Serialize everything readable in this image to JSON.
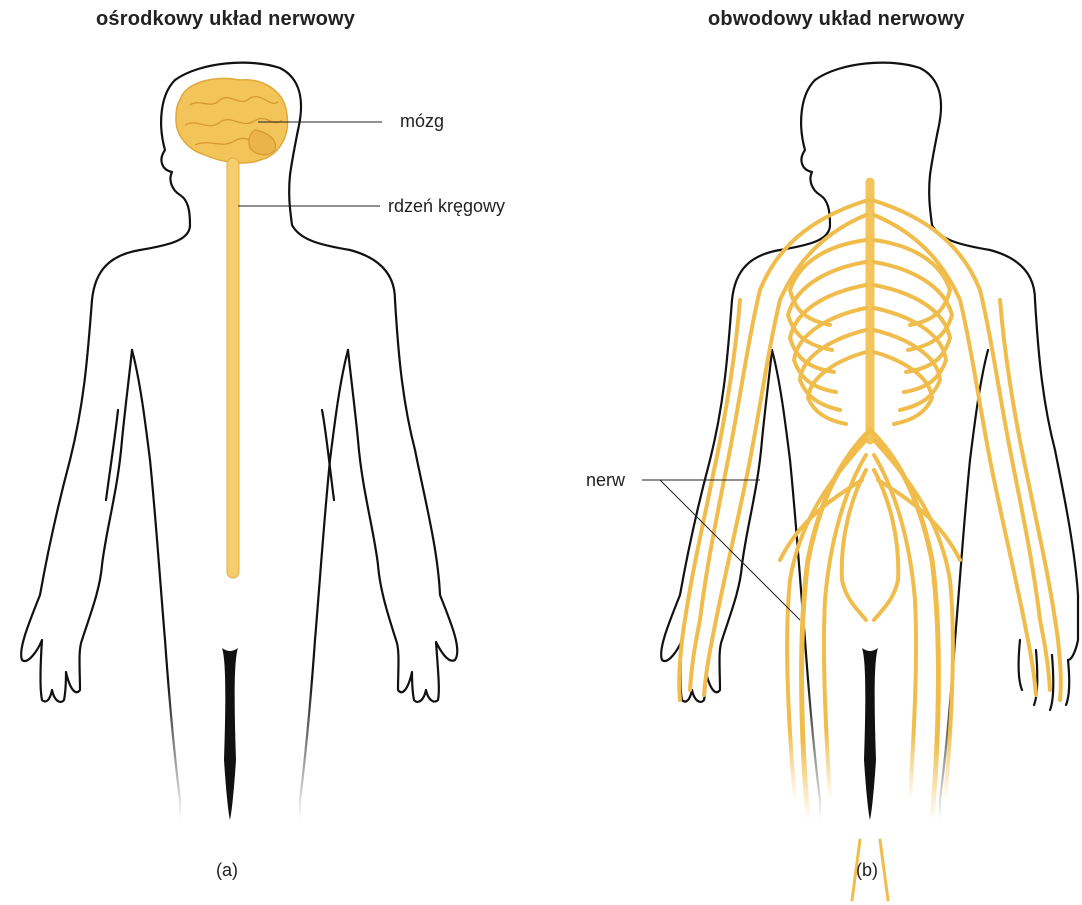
{
  "panel_a": {
    "title": "ośrodkowy układ nerwowy",
    "labels": {
      "brain": "mózg",
      "spinal_cord": "rdzeń kręgowy"
    },
    "panel_letter": "(a)"
  },
  "panel_b": {
    "title": "obwodowy układ nerwowy",
    "labels": {
      "nerve": "nerw"
    },
    "panel_letter": "(b)"
  },
  "colors": {
    "nerve_fill": "#f2c45a",
    "nerve_dark": "#e0a93a",
    "outline": "#111111"
  }
}
